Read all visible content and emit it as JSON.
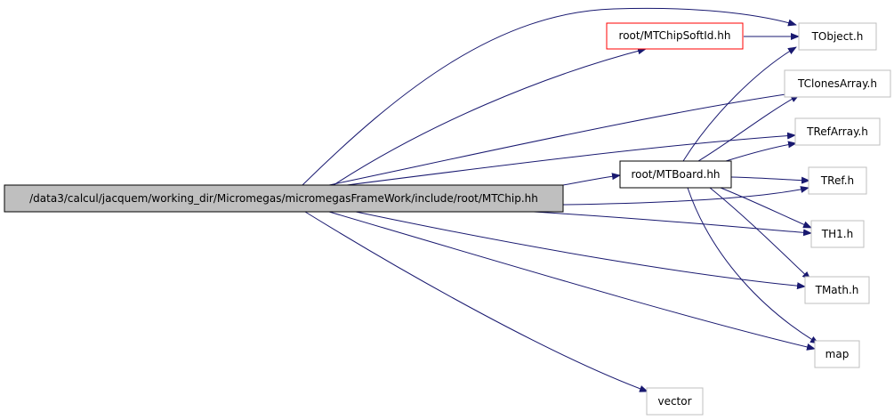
{
  "colors": {
    "edge": "#191970",
    "root_fill": "#bfbfbf",
    "root_border": "#000000",
    "highlight_border": "#ff0000",
    "internal_border": "#000000",
    "external_border": "#bfbfbf"
  },
  "nodes": {
    "mtchip": "/data3/calcul/jacquem/working_dir/Micromegas/micromegasFrameWork/include/root/MTChip.hh",
    "mtchipsoftid": "root/MTChipSoftId.hh",
    "mtboard": "root/MTBoard.hh",
    "tobject": "TObject.h",
    "tclonesarray": "TClonesArray.h",
    "trefarray": "TRefArray.h",
    "tref": "TRef.h",
    "th1": "TH1.h",
    "tmath": "TMath.h",
    "map": "map",
    "vector": "vector"
  },
  "edges": [
    [
      "mtchip",
      "mtchipsoftid"
    ],
    [
      "mtchip",
      "tobject"
    ],
    [
      "mtchip",
      "tclonesarray"
    ],
    [
      "mtchip",
      "trefarray"
    ],
    [
      "mtchip",
      "mtboard"
    ],
    [
      "mtchip",
      "tref"
    ],
    [
      "mtchip",
      "th1"
    ],
    [
      "mtchip",
      "tmath"
    ],
    [
      "mtchip",
      "map"
    ],
    [
      "mtchip",
      "vector"
    ],
    [
      "mtchipsoftid",
      "tobject"
    ],
    [
      "mtboard",
      "tobject"
    ],
    [
      "mtboard",
      "tclonesarray"
    ],
    [
      "mtboard",
      "trefarray"
    ],
    [
      "mtboard",
      "tref"
    ],
    [
      "mtboard",
      "th1"
    ],
    [
      "mtboard",
      "tmath"
    ],
    [
      "mtboard",
      "map"
    ]
  ]
}
